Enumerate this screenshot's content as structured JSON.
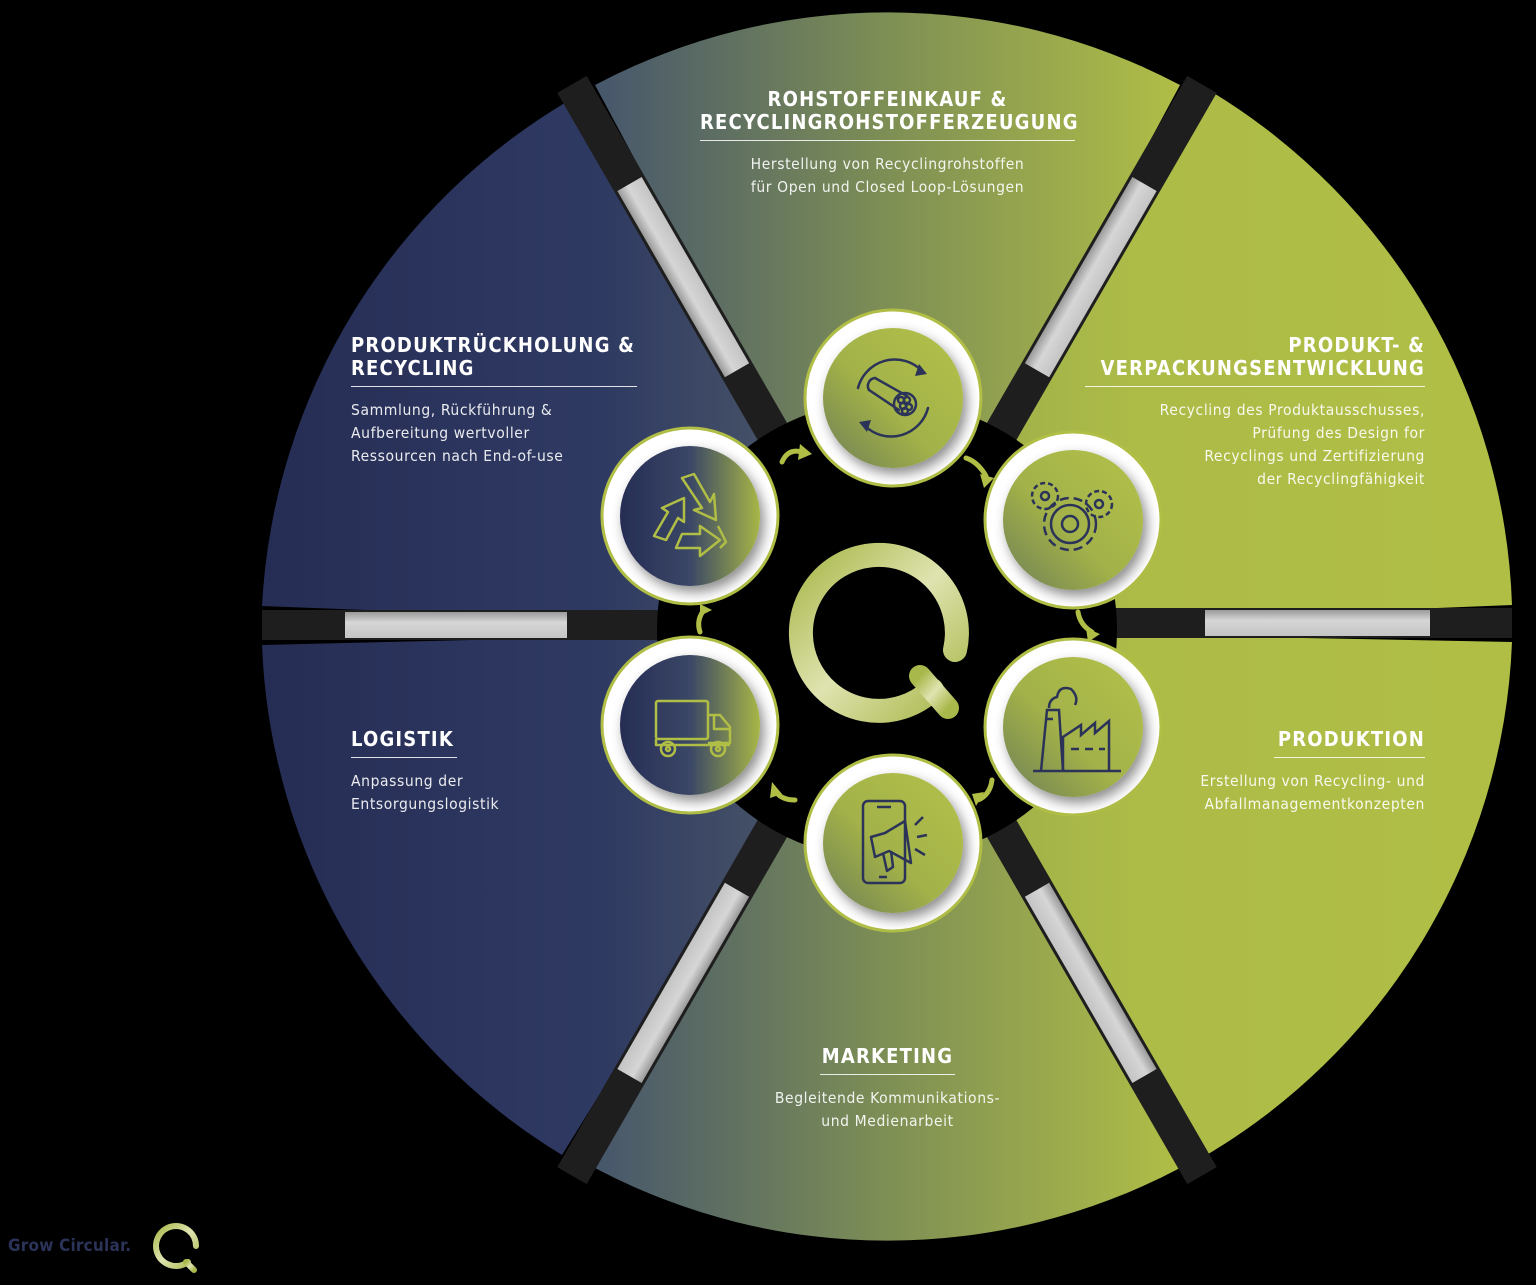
{
  "colors": {
    "navy": "#2b3358",
    "slate": "#4d5b6a",
    "olive": "#8a9a4e",
    "lime": "#b0be46",
    "divider_light": "#d0d0d0",
    "divider_dark": "#1e1e1e",
    "background": "#000000"
  },
  "segments": [
    {
      "id": "rohstoffeinkauf",
      "title": "ROHSTOFFEINKAUF &\nRECYCLINGROHSTOFFERZEUGUNG",
      "description": "Herstellung von Recyclingrohstoffen\nfür Open und Closed Loop-Lösungen",
      "icon": "cable-recycle-icon"
    },
    {
      "id": "produktentwicklung",
      "title": "PRODUKT- &\nVERPACKUNGSENTWICKLUNG",
      "description": "Recycling des Produktausschusses,\nPrüfung des Design for\nRecyclings und Zertifizierung\nder Recyclingfähigkeit",
      "icon": "gears-icon"
    },
    {
      "id": "produktion",
      "title": "PRODUKTION",
      "description": "Erstellung von Recycling- und\nAbfallmanagementkonzepten",
      "icon": "factory-icon"
    },
    {
      "id": "marketing",
      "title": "MARKETING",
      "description": "Begleitende Kommunikations-\nund Medienarbeit",
      "icon": "phone-megaphone-icon"
    },
    {
      "id": "logistik",
      "title": "LOGISTIK",
      "description": "Anpassung der\nEntsorgungslogistik",
      "icon": "truck-icon"
    },
    {
      "id": "produktrueckholung",
      "title": "PRODUKTRÜCKHOLUNG &\nRECYCLING",
      "description": "Sammlung, Rückführung &\nAufbereitung wertvoller\nRessourcen nach End-of-use",
      "icon": "recycle-icon"
    }
  ],
  "center_logo": "Q",
  "brand": {
    "name": "Grow Circular.",
    "logo": "Q"
  }
}
